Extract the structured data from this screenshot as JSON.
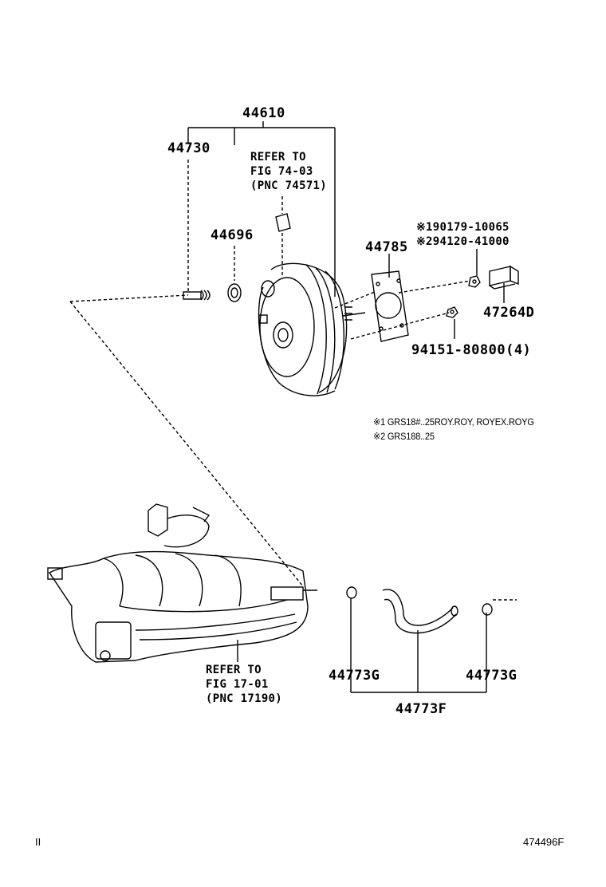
{
  "labels": {
    "booster_assy": "44610",
    "check_valve": "44730",
    "grommet": "44696",
    "gasket": "44785",
    "bracket": "47264D",
    "nut_marked": [
      "※190179-10065",
      "※294120-41000"
    ],
    "nut_4": "94151-80800(4)",
    "hose_clamp_left": "44773G",
    "hose_clamp_right": "44773G",
    "hose": "44773F"
  },
  "refer_booster": [
    "REFER TO",
    "FIG 74-03",
    "(PNC 74571)"
  ],
  "refer_manifold": [
    "REFER TO",
    "FIG 17-01",
    "(PNC 17190)"
  ],
  "notes": [
    "※1 GRS18#..25ROY.ROY, ROYEX.ROYG",
    "※2 GRS188..25"
  ],
  "footer": {
    "left_mark": "II",
    "figure_code": "474496F"
  }
}
